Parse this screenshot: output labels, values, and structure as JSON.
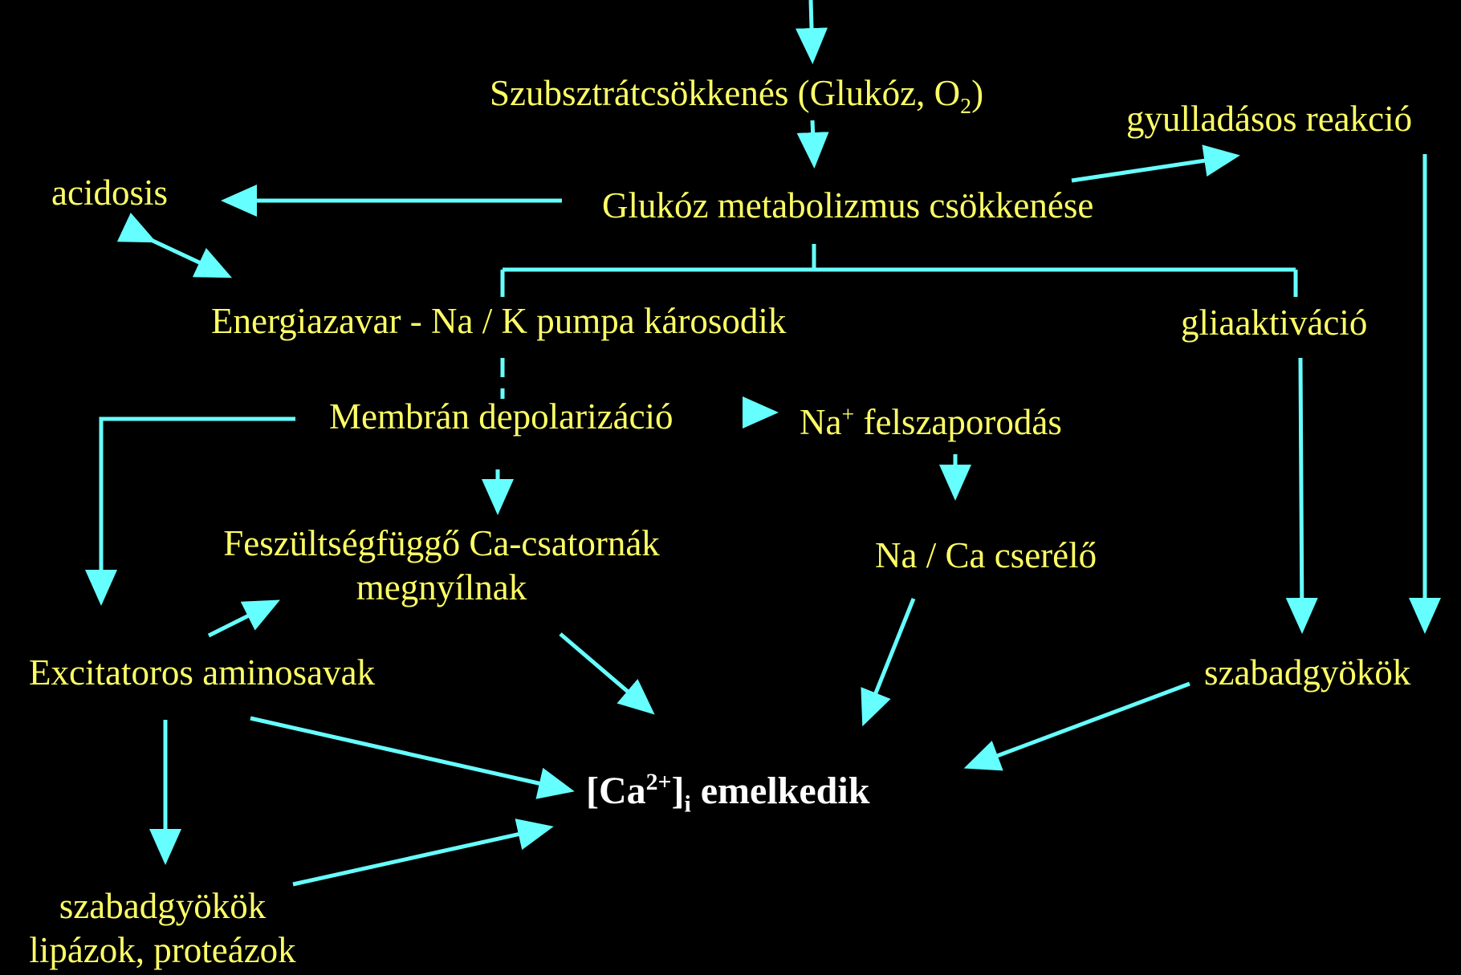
{
  "colors": {
    "background": "#000000",
    "text": "#ffff66",
    "emphasis": "#ffffff",
    "arrow": "#66ffff"
  },
  "nodes": {
    "substrate": {
      "text": "Szubsztrátcsökkenés (Glukóz, O",
      "sub": "2",
      "tail": ")"
    },
    "inflammation": "gyulladásos reakció",
    "acidosis": "acidosis",
    "glucose_metabolism": "Glukóz metabolizmus csökkenése",
    "energy_disorder": "Energiazavar - Na / K pumpa károsodik",
    "glia_activation": "gliaaktiváció",
    "membrane_depol": "Membrán depolarizáció",
    "na_accum": {
      "base": "Na",
      "sup": "+",
      "tail": " felszaporodás"
    },
    "vg_ca_channels": {
      "line1": "Feszültségfüggő Ca-csatornák",
      "line2": "megnyílnak"
    },
    "na_ca_exchanger": "Na / Ca cserélő",
    "excitatory_aa": "Excitatoros aminosavak",
    "free_radicals_right": "szabadgyökök",
    "ca_rises": {
      "open": "[Ca",
      "sup": "2+",
      "close": "]",
      "sub": "i",
      "tail": " emelkedik"
    },
    "free_radicals_bottom": {
      "line1": "szabadgyökök",
      "line2": "lipázok, proteázok"
    }
  }
}
